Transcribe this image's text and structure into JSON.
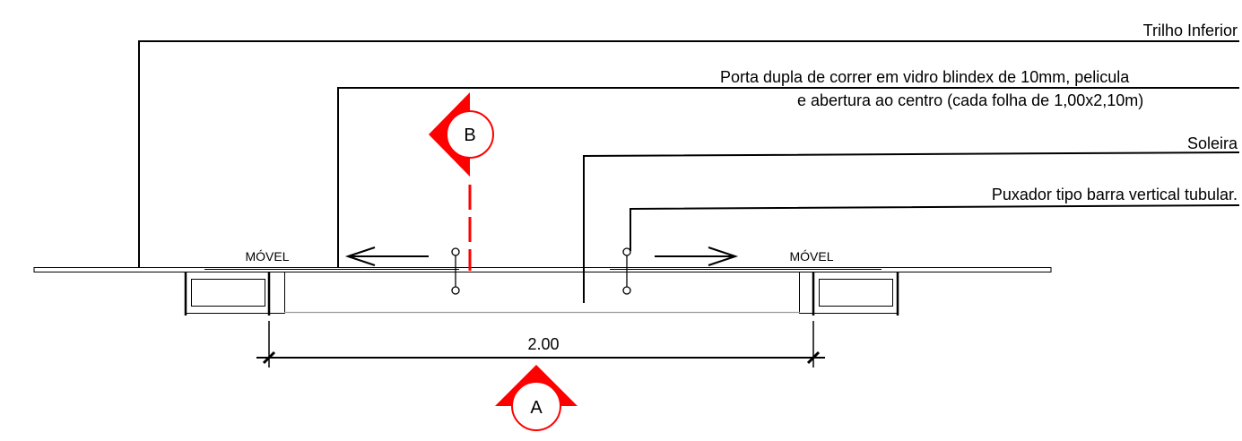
{
  "annotations": {
    "trilho_inferior": "Trilho Inferior",
    "porta_line1": "Porta dupla de correr em vidro blindex de 10mm, pelicula",
    "porta_line2": "e abertura ao centro (cada folha de 1,00x2,10m)",
    "soleira": "Soleira",
    "puxador": "Puxador tipo barra vertical tubular."
  },
  "panels": {
    "left_label": "MÓVEL",
    "right_label": "MÓVEL"
  },
  "dimension": {
    "value": "2.00"
  },
  "sections": {
    "a": "A",
    "b": "B"
  },
  "colors": {
    "line": "#000000",
    "section_marker": "#ff0000",
    "threshold": "#9a9a9a"
  }
}
